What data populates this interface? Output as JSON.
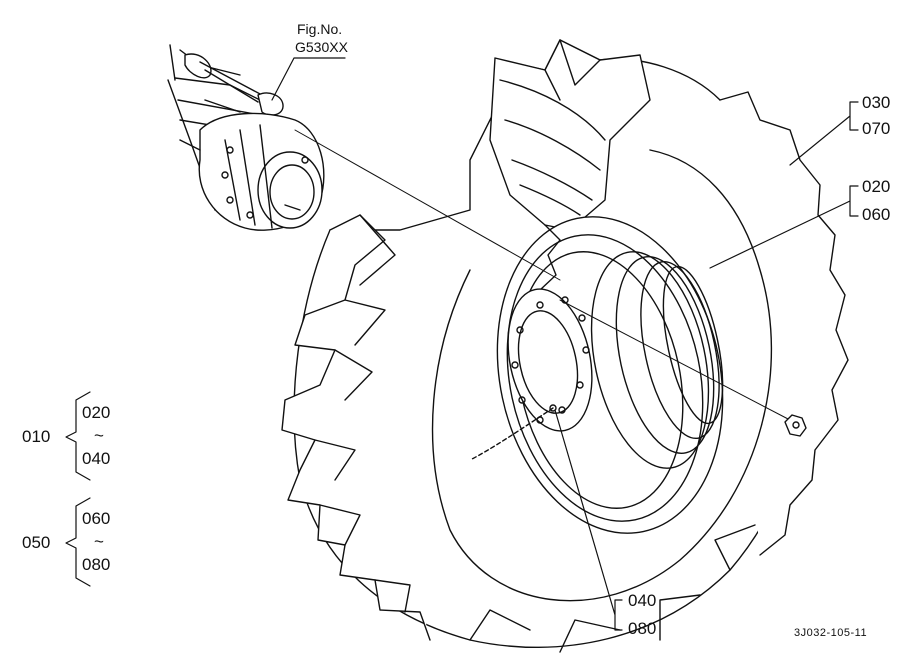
{
  "figure": {
    "fig_no_label": "Fig.No.",
    "fig_no_value": "G530XX",
    "drawing_code": "3J032-105-11"
  },
  "callouts": {
    "c030": "030",
    "c070": "070",
    "c020": "020",
    "c060": "060",
    "c040": "040",
    "c080": "080"
  },
  "groups": [
    {
      "parent": "010",
      "from": "020",
      "tilde": "~",
      "to": "040"
    },
    {
      "parent": "050",
      "from": "060",
      "tilde": "~",
      "to": "080"
    }
  ]
}
